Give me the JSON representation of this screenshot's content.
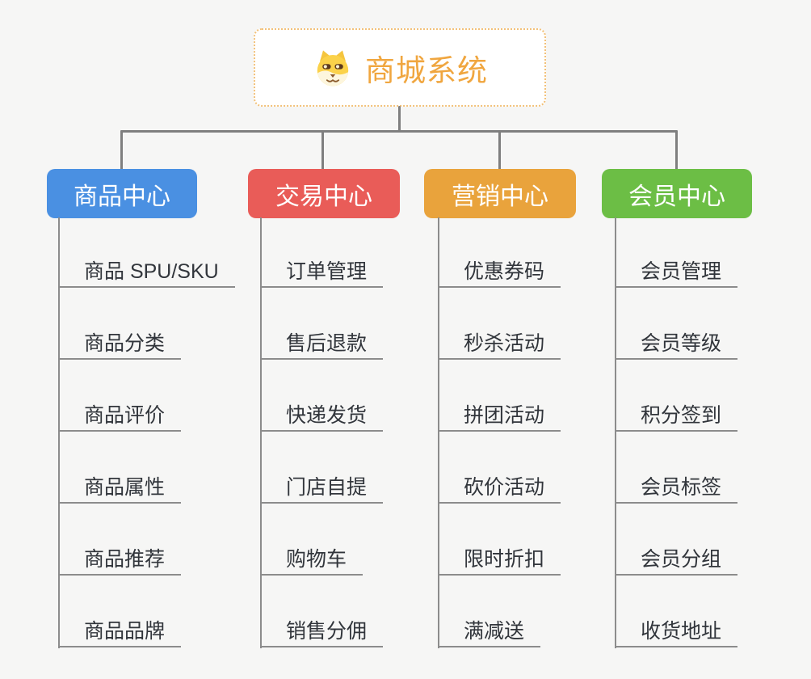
{
  "root": {
    "label": "商城系统",
    "icon": "dog-face-icon",
    "text_color": "#f0a63f",
    "border_color": "#f2c179"
  },
  "connector": {
    "color": "#7f7f7f",
    "spine_color": "#8c8c8c"
  },
  "background_color": "#f6f6f5",
  "branches": [
    {
      "label": "商品中心",
      "color": "#4a90e2",
      "items": [
        "商品 SPU/SKU",
        "商品分类",
        "商品评价",
        "商品属性",
        "商品推荐",
        "商品品牌"
      ]
    },
    {
      "label": "交易中心",
      "color": "#e95c58",
      "items": [
        "订单管理",
        "售后退款",
        "快递发货",
        "门店自提",
        "购物车",
        "销售分佣"
      ]
    },
    {
      "label": "营销中心",
      "color": "#e9a33c",
      "items": [
        "优惠券码",
        "秒杀活动",
        "拼团活动",
        "砍价活动",
        "限时折扣",
        "满减送"
      ]
    },
    {
      "label": "会员中心",
      "color": "#6cbe45",
      "items": [
        "会员管理",
        "会员等级",
        "积分签到",
        "会员标签",
        "会员分组",
        "收货地址"
      ]
    }
  ]
}
